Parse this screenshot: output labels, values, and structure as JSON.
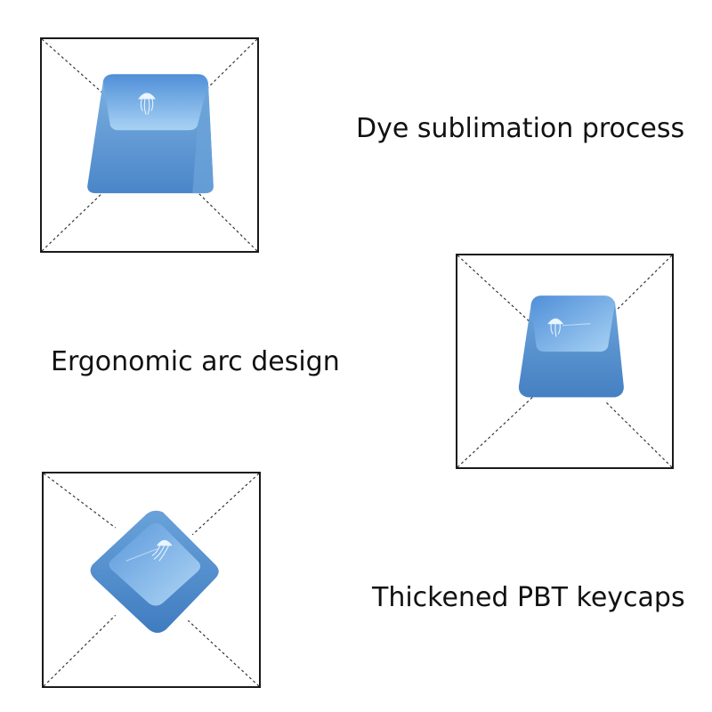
{
  "features": [
    {
      "label": "Dye sublimation process",
      "view": "front-view"
    },
    {
      "label": "Ergonomic arc design",
      "view": "side-view"
    },
    {
      "label": "Thickened PBT keycaps",
      "view": "angled-view"
    }
  ],
  "colors": {
    "keycap_light": "#9cc8f0",
    "keycap_mid": "#5a9ad8",
    "keycap_dark": "#3f78b6",
    "frame": "#1a1a1a",
    "guide_line": "#333333"
  },
  "icons": [
    "jellyfish-icon",
    "jellyfish-icon",
    "jellyfish-icon"
  ]
}
